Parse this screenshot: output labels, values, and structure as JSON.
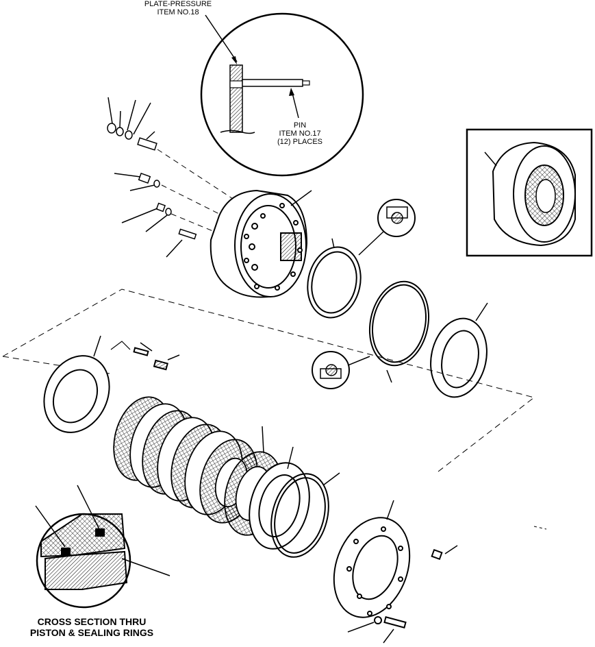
{
  "labels": {
    "plate_pressure_line1": "PLATE-PRESSURE",
    "plate_pressure_line2": "ITEM NO.18",
    "pin_line1": "PIN",
    "pin_line2": "ITEM NO.17",
    "pin_line3": "(12) PLACES"
  },
  "caption": {
    "line1": "CROSS SECTION THRU",
    "line2": "PISTON & SEALING RINGS"
  }
}
